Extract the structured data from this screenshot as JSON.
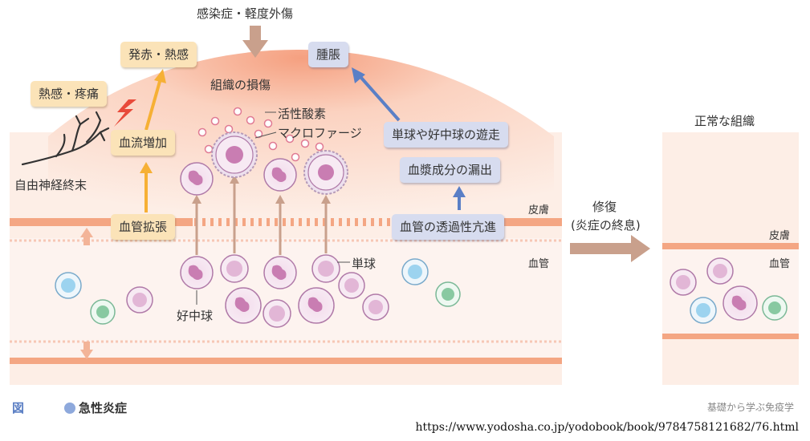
{
  "title_top": "感染症・軽度外傷",
  "boxes": {
    "fever": "発赤・熱感",
    "swelling": "腫脹",
    "pain": "熱感・疼痛",
    "bloodflow": "血流増加",
    "dilation": "血管拡張",
    "migration": "単球や好中球の遊走",
    "plasma": "血漿成分の漏出",
    "permeability": "血管の透過性亢進"
  },
  "labels": {
    "tissue_damage": "組織の損傷",
    "ros": "活性酸素",
    "macrophage": "マクロファージ",
    "nerve": "自由神経終末",
    "skin": "皮膚",
    "vessel": "血管",
    "monocyte": "単球",
    "neutrophil": "好中球",
    "repair": "修復",
    "repair_sub": "(炎症の終息)",
    "normal": "正常な組織",
    "skin_right": "皮膚",
    "vessel_right": "血管"
  },
  "footer": {
    "fig": "図",
    "title": "急性炎症",
    "credit": "基礎から学ぶ免疫学",
    "url": "https://www.yodosha.co.jp/yodobook/book/9784758121682/76.html"
  },
  "colors": {
    "tissue": "#fdeee6",
    "swelling_top": "#f7a98c",
    "band": "#f4a683",
    "vessel": "#fdf3ef",
    "arrow_brown": "#c9a08c",
    "arrow_yellow": "#f6b035",
    "arrow_blue": "#5a7fc6"
  }
}
